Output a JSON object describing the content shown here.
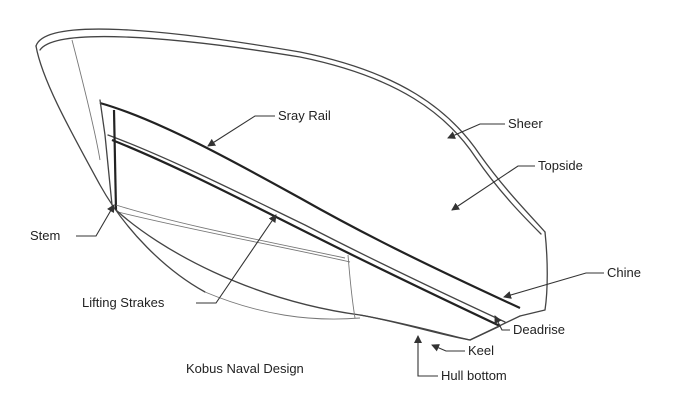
{
  "labels": {
    "spray_rail": "Sray Rail",
    "sheer": "Sheer",
    "topside": "Topside",
    "stem": "Stem",
    "chine": "Chine",
    "lifting_strakes": "Lifting Strakes",
    "deadrise": "Deadrise",
    "keel": "Keel",
    "hull_bottom": "Hull bottom",
    "credit": "Kobus Naval Design"
  },
  "colors": {
    "line": "#444444",
    "text": "#222222",
    "background": "#ffffff"
  }
}
